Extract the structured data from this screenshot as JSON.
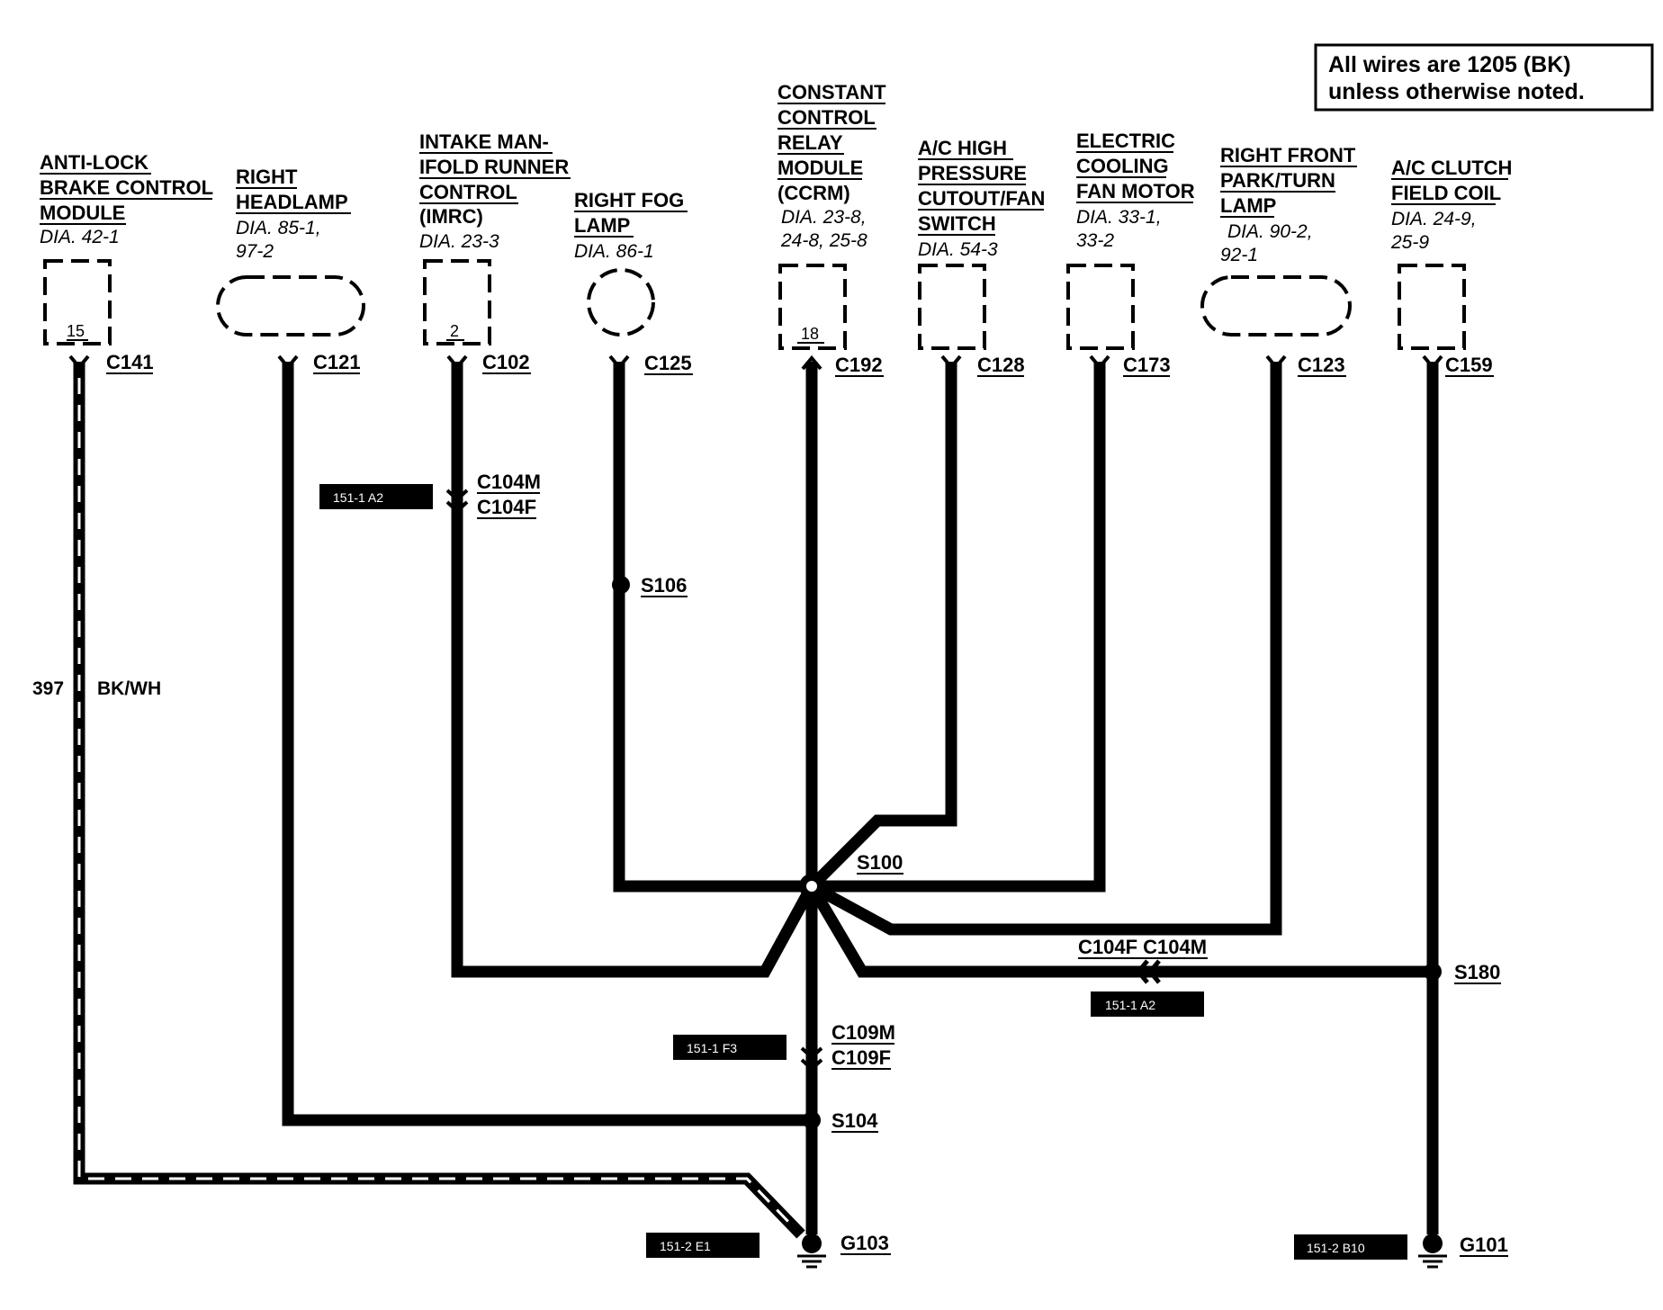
{
  "note": {
    "line1": "All wires are 1205 (BK)",
    "line2": "unless otherwise noted."
  },
  "components": {
    "abs": {
      "title": [
        "ANTI-LOCK",
        "BRAKE CONTROL",
        "MODULE"
      ],
      "dia": [
        "DIA. 42-1"
      ],
      "pin": "15",
      "connector": "C141"
    },
    "headlamp": {
      "title": [
        "RIGHT",
        "HEADLAMP"
      ],
      "dia": [
        "DIA. 85-1,",
        "97-2"
      ],
      "connector": "C121"
    },
    "imrc": {
      "title": [
        "INTAKE MAN-",
        "IFOLD RUNNER",
        "CONTROL",
        "(IMRC)"
      ],
      "dia": [
        "DIA. 23-3"
      ],
      "pin": "2",
      "connector": "C102"
    },
    "foglamp": {
      "title": [
        "RIGHT FOG",
        "LAMP"
      ],
      "dia": [
        "DIA. 86-1"
      ],
      "connector": "C125"
    },
    "ccrm": {
      "title": [
        "CONSTANT",
        "CONTROL",
        "RELAY",
        "MODULE",
        "(CCRM)"
      ],
      "dia": [
        "DIA. 23-8,",
        "24-8, 25-8"
      ],
      "pin": "18",
      "connector": "C192"
    },
    "acswitch": {
      "title": [
        "A/C  HIGH",
        "PRESSURE",
        "CUTOUT/FAN",
        "SWITCH"
      ],
      "dia": [
        "DIA. 54-3"
      ],
      "connector": "C128"
    },
    "fanmotor": {
      "title": [
        "ELECTRIC",
        "COOLING",
        "FAN MOTOR"
      ],
      "dia": [
        "DIA. 33-1,",
        "33-2"
      ],
      "connector": "C173"
    },
    "parklamp": {
      "title": [
        "RIGHT FRONT",
        "PARK/TURN",
        "LAMP"
      ],
      "dia": [
        "DIA. 90-2,",
        "92-1"
      ],
      "connector": "C123"
    },
    "acclutch": {
      "title": [
        "A/C CLUTCH",
        "FIELD COIL"
      ],
      "dia": [
        "DIA. 24-9,",
        "25-9"
      ],
      "connector": "C159"
    }
  },
  "wire": {
    "circuit": "397",
    "color": "BK/WH"
  },
  "inline_connectors": {
    "c104_left": {
      "male": "C104M",
      "female": "C104F",
      "ref": "151-1 A2"
    },
    "c104_right": {
      "label": "C104F C104M",
      "ref": "151-1 A2"
    },
    "c109": {
      "male": "C109M",
      "female": "C109F",
      "ref": "151-1 F3"
    }
  },
  "splices": {
    "s106": "S106",
    "s100": "S100",
    "s104": "S104",
    "s180": "S180"
  },
  "grounds": {
    "g103": {
      "label": "G103",
      "ref": "151-2 E1"
    },
    "g101": {
      "label": "G101",
      "ref": "151-2 B10"
    }
  },
  "colors": {
    "ink": "#000000",
    "paper": "#ffffff",
    "ref_box_text": "#ffffff"
  }
}
